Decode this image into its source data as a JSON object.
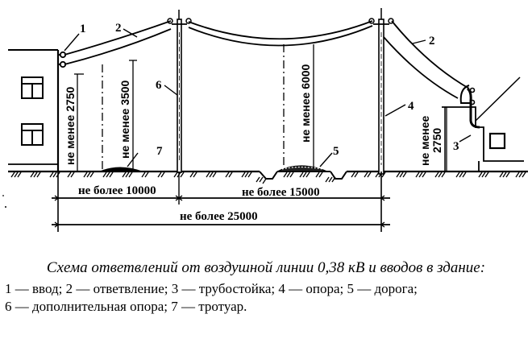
{
  "diagram": {
    "callouts": {
      "c1": "1",
      "c2_left": "2",
      "c2_right": "2",
      "c3": "3",
      "c4": "4",
      "c5": "5",
      "c6": "6",
      "c7": "7"
    },
    "heights": {
      "left_service_entry": "не менее 2750",
      "left_sidewalk_clearance": "не менее 3500",
      "road_clearance": "не менее 6000",
      "right_service_entry_line1": "не менее",
      "right_service_entry_line2": "2750"
    },
    "spans": {
      "branch_span": "не более 10000",
      "road_span": "не более 15000",
      "total_span": "не более 25000"
    }
  },
  "caption": {
    "title": "Схема ответвлений от воздушной линии 0,38 кВ и вводов в здание:",
    "legend_line1": "1 — ввод; 2 — ответвление; 3 — трубостойка; 4 — опора; 5 — дорога;",
    "legend_line2": "6 — дополнительная опора; 7 — тротуар."
  },
  "legend_items": [
    {
      "num": "1",
      "label": "ввод"
    },
    {
      "num": "2",
      "label": "ответвление"
    },
    {
      "num": "3",
      "label": "трубостойка"
    },
    {
      "num": "4",
      "label": "опора"
    },
    {
      "num": "5",
      "label": "дорога"
    },
    {
      "num": "6",
      "label": "дополнительная опора"
    },
    {
      "num": "7",
      "label": "тротуар"
    }
  ]
}
